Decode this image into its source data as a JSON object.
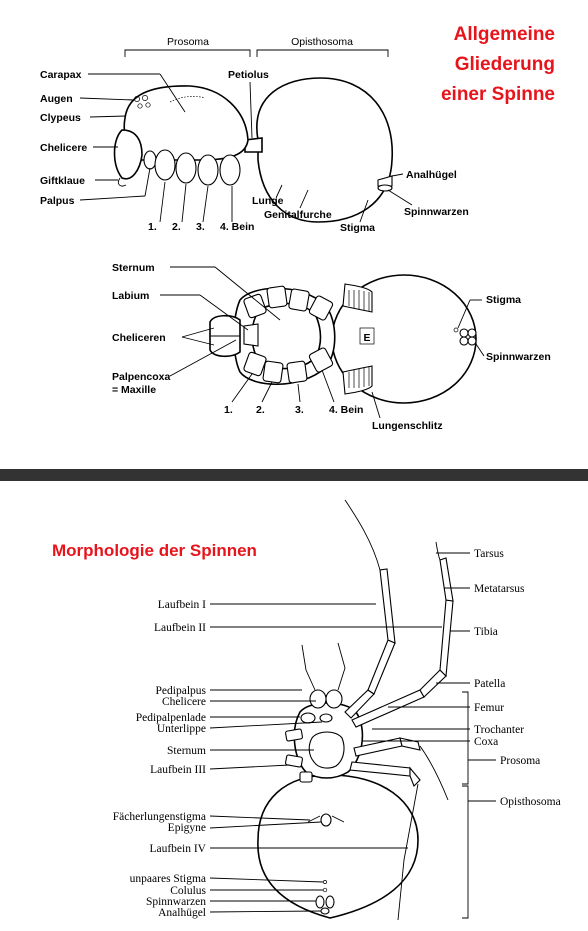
{
  "panel_top": {
    "title_lines": [
      "Allgemeine",
      "Gliederung",
      "einer Spinne"
    ],
    "regions": {
      "prosoma": "Prosoma",
      "opisthosoma": "Opisthosoma"
    },
    "side_labels": {
      "carapax": "Carapax",
      "augen": "Augen",
      "clypeus": "Clypeus",
      "chelicere": "Chelicere",
      "giftklaue": "Giftklaue",
      "palpus": "Palpus",
      "petiolus": "Petiolus",
      "analhuegel": "Analhügel",
      "spinnwarzen": "Spinnwarzen",
      "lunge": "Lunge",
      "genitalfurche": "Genitalfurche",
      "stigma": "Stigma",
      "bein1": "1.",
      "bein2": "2.",
      "bein3": "3.",
      "bein4": "4. Bein"
    },
    "ventral_labels": {
      "sternum": "Sternum",
      "labium": "Labium",
      "cheliceren": "Cheliceren",
      "palpencoxa_1": "Palpencoxa",
      "palpencoxa_2": "= Maxille",
      "stigma": "Stigma",
      "spinnwarzen": "Spinnwarzen",
      "lungenschlitz": "Lungenschlitz",
      "epigyne_mark": "E",
      "bein1": "1.",
      "bein2": "2.",
      "bein3": "3.",
      "bein4": "4. Bein"
    }
  },
  "panel_bottom": {
    "title": "Morphologie der Spinnen",
    "left_labels": {
      "laufbein1": "Laufbein I",
      "laufbein2": "Laufbein II",
      "pedipalpus": "Pedipalpus",
      "chelicere": "Chelicere",
      "pedipalpenlade": "Pedipalpenlade",
      "unterlippe": "Unterlippe",
      "sternum": "Sternum",
      "laufbein3": "Laufbein III",
      "faecherlungenstigma": "Fächerlungenstigma",
      "epigyne": "Epigyne",
      "laufbein4": "Laufbein IV",
      "unpaares_stigma": "unpaares Stigma",
      "colulus": "Colulus",
      "spinnwarzen": "Spinnwarzen",
      "analhuegel": "Analhügel"
    },
    "right_labels": {
      "tarsus": "Tarsus",
      "metatarsus": "Metatarsus",
      "tibia": "Tibia",
      "patella": "Patella",
      "femur": "Femur",
      "trochanter": "Trochanter",
      "coxa": "Coxa",
      "prosoma": "Prosoma",
      "opisthosoma": "Opisthosoma"
    }
  },
  "colors": {
    "title_red": "#e8141c",
    "divider": "#333333",
    "ink": "#000000"
  }
}
